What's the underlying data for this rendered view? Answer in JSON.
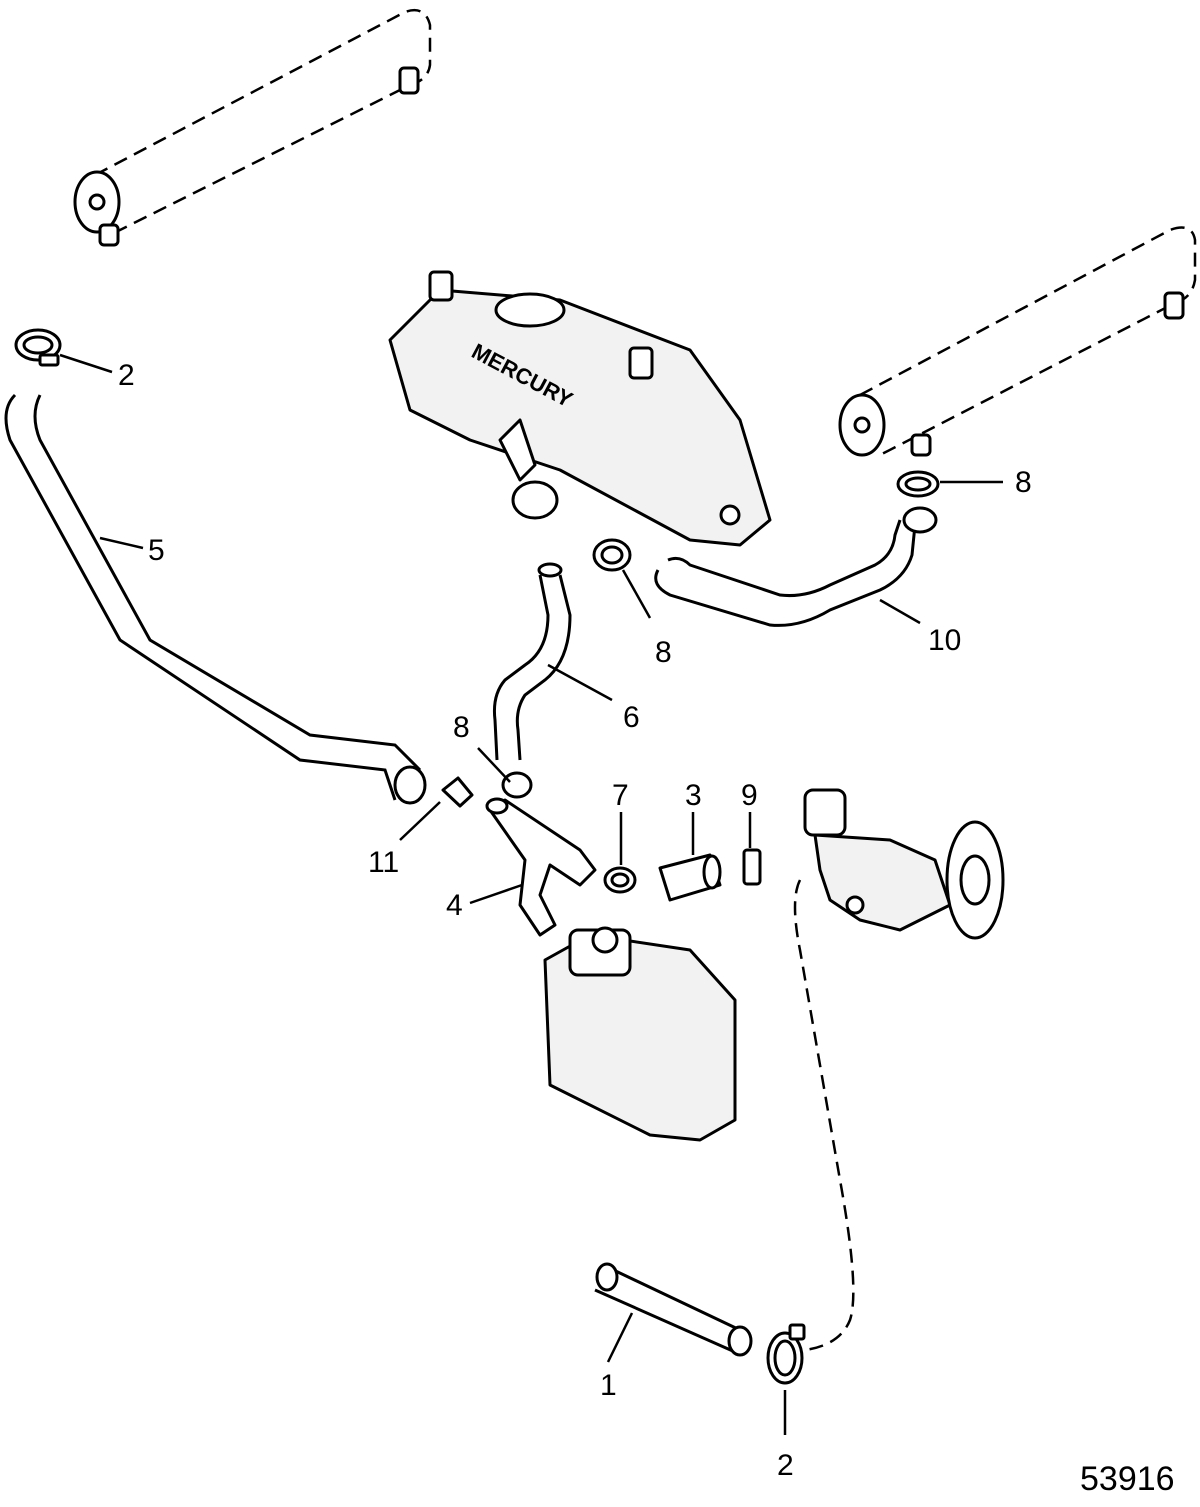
{
  "figure_number": "53916",
  "manifold_logo": "MERCURY",
  "callouts": [
    {
      "id": "c2a",
      "text": "2"
    },
    {
      "id": "c5",
      "text": "5"
    },
    {
      "id": "c8a",
      "text": "8"
    },
    {
      "id": "c8b",
      "text": "8"
    },
    {
      "id": "c10",
      "text": "10"
    },
    {
      "id": "c6",
      "text": "6"
    },
    {
      "id": "c8c",
      "text": "8"
    },
    {
      "id": "c7",
      "text": "7"
    },
    {
      "id": "c3",
      "text": "3"
    },
    {
      "id": "c9",
      "text": "9"
    },
    {
      "id": "c11",
      "text": "11"
    },
    {
      "id": "c4",
      "text": "4"
    },
    {
      "id": "c1",
      "text": "1"
    },
    {
      "id": "c2b",
      "text": "2"
    }
  ]
}
